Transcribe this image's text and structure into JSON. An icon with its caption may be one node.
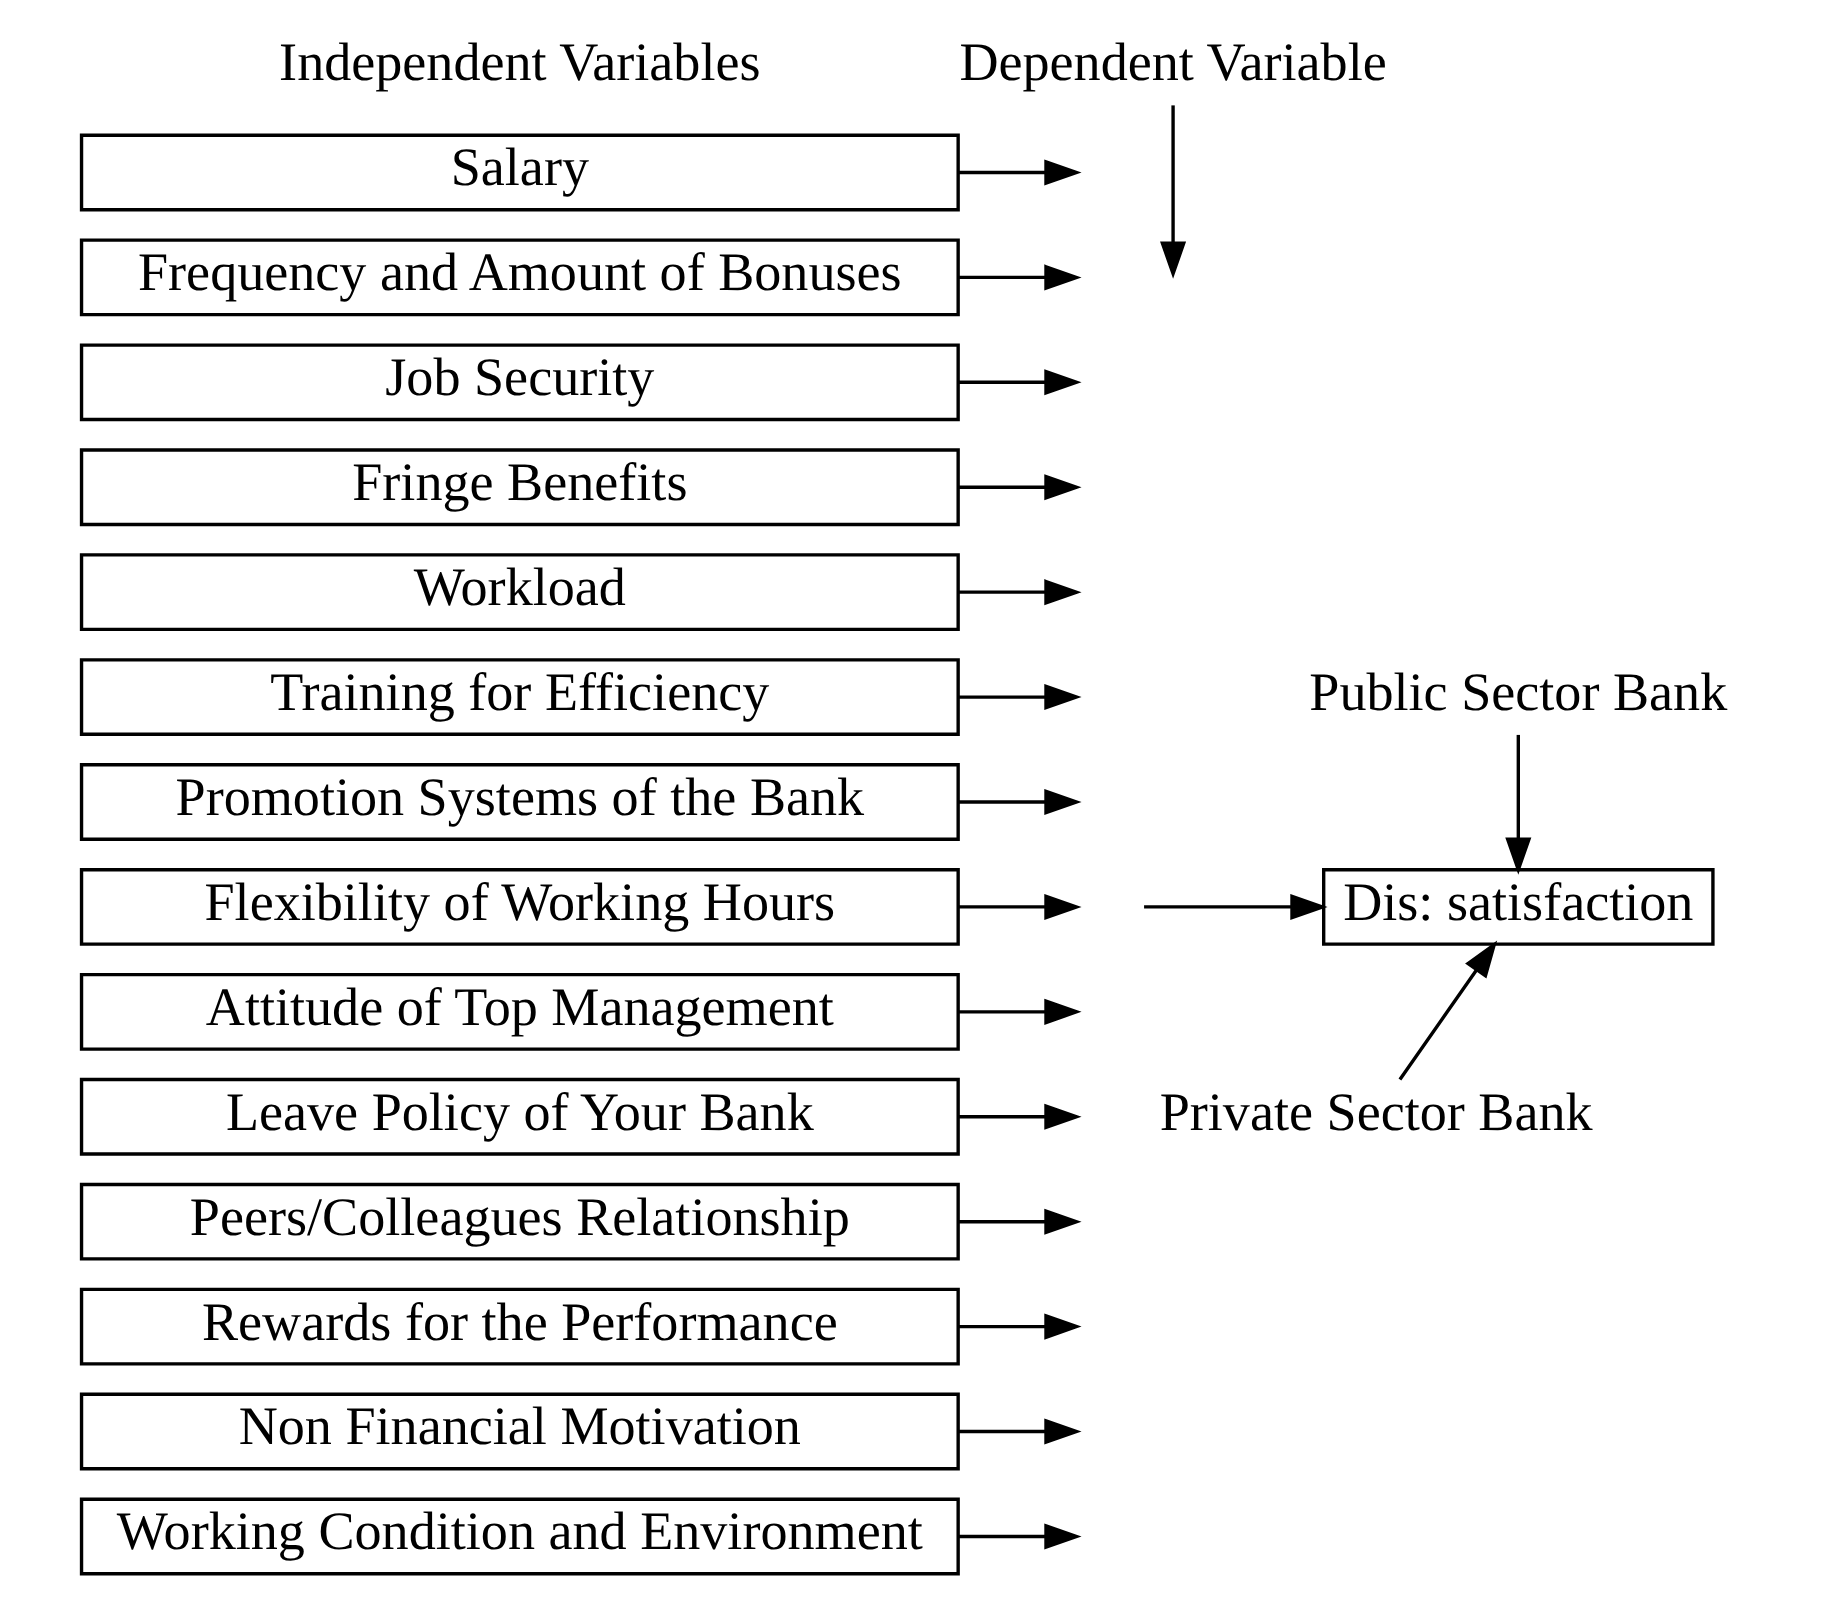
{
  "diagram": {
    "nodes": [
      {
        "text": [
          "Salary"
        ]
      },
      {
        "text": [
          "Frequency and Amount of Bonuses"
        ]
      },
      {
        "text": [
          "Job Security"
        ]
      },
      {
        "text": [
          "Fringe Benefits"
        ]
      },
      {
        "text": [
          "Workload"
        ]
      },
      {
        "text": [
          "Training for Efficiency"
        ]
      },
      {
        "text": [
          "Promotion Systems of the Bank"
        ]
      },
      {
        "text": [
          "Flexibility of Working Hours"
        ]
      },
      {
        "text": [
          "Attitude of Top Management"
        ]
      },
      {
        "text": [
          "Leave Policy of Your Bank"
        ]
      },
      {
        "text": [
          "Peers/Colleagues Relationship"
        ]
      },
      {
        "text": [
          "Rewards for the Performance"
        ]
      },
      {
        "text": [
          "Non Financial Motivation"
        ]
      },
      {
        "text": [
          "Working Condition and Environment"
        ]
      },
      {
        "text": [
          "Dependent Variable"
        ]
      },
      {
        "text": [
          "Public Sector Bank"
        ]
      },
      {
        "text": [
          "Dis: satisfaction"
        ]
      },
      {
        "text": [
          "Private Sector Bank"
        ]
      }
    ],
    "edges": [
      {
        "from": 0,
        "to": null,
        "arrow": "to"
      },
      {
        "from": 1,
        "to": null,
        "arrow": "to"
      },
      {
        "from": 2,
        "to": null,
        "arrow": "to"
      },
      {
        "from": 3,
        "to": null,
        "arrow": "to"
      },
      {
        "from": 4,
        "to": null,
        "arrow": "to"
      },
      {
        "from": 5,
        "to": null,
        "arrow": "to"
      },
      {
        "from": 6,
        "to": null,
        "arrow": "to"
      },
      {
        "from": 7,
        "to": null,
        "arrow": "to"
      },
      {
        "from": 8,
        "to": null,
        "arrow": "to"
      },
      {
        "from": 9,
        "to": null,
        "arrow": "to"
      },
      {
        "from": 10,
        "to": null,
        "arrow": "to"
      },
      {
        "from": 11,
        "to": null,
        "arrow": "to"
      },
      {
        "from": 12,
        "to": null,
        "arrow": "to"
      },
      {
        "from": 13,
        "to": null,
        "arrow": "to"
      },
      {
        "from": 14,
        "to": null,
        "arrow": "to"
      },
      {
        "from": 15,
        "to": 16,
        "arrow": "to"
      },
      {
        "from": 17,
        "to": 16,
        "arrow": "to"
      },
      {
        "from": null,
        "to": 16,
        "arrow": "to"
      }
    ],
    "labels": [
      "Independent Variables"
    ]
  }
}
